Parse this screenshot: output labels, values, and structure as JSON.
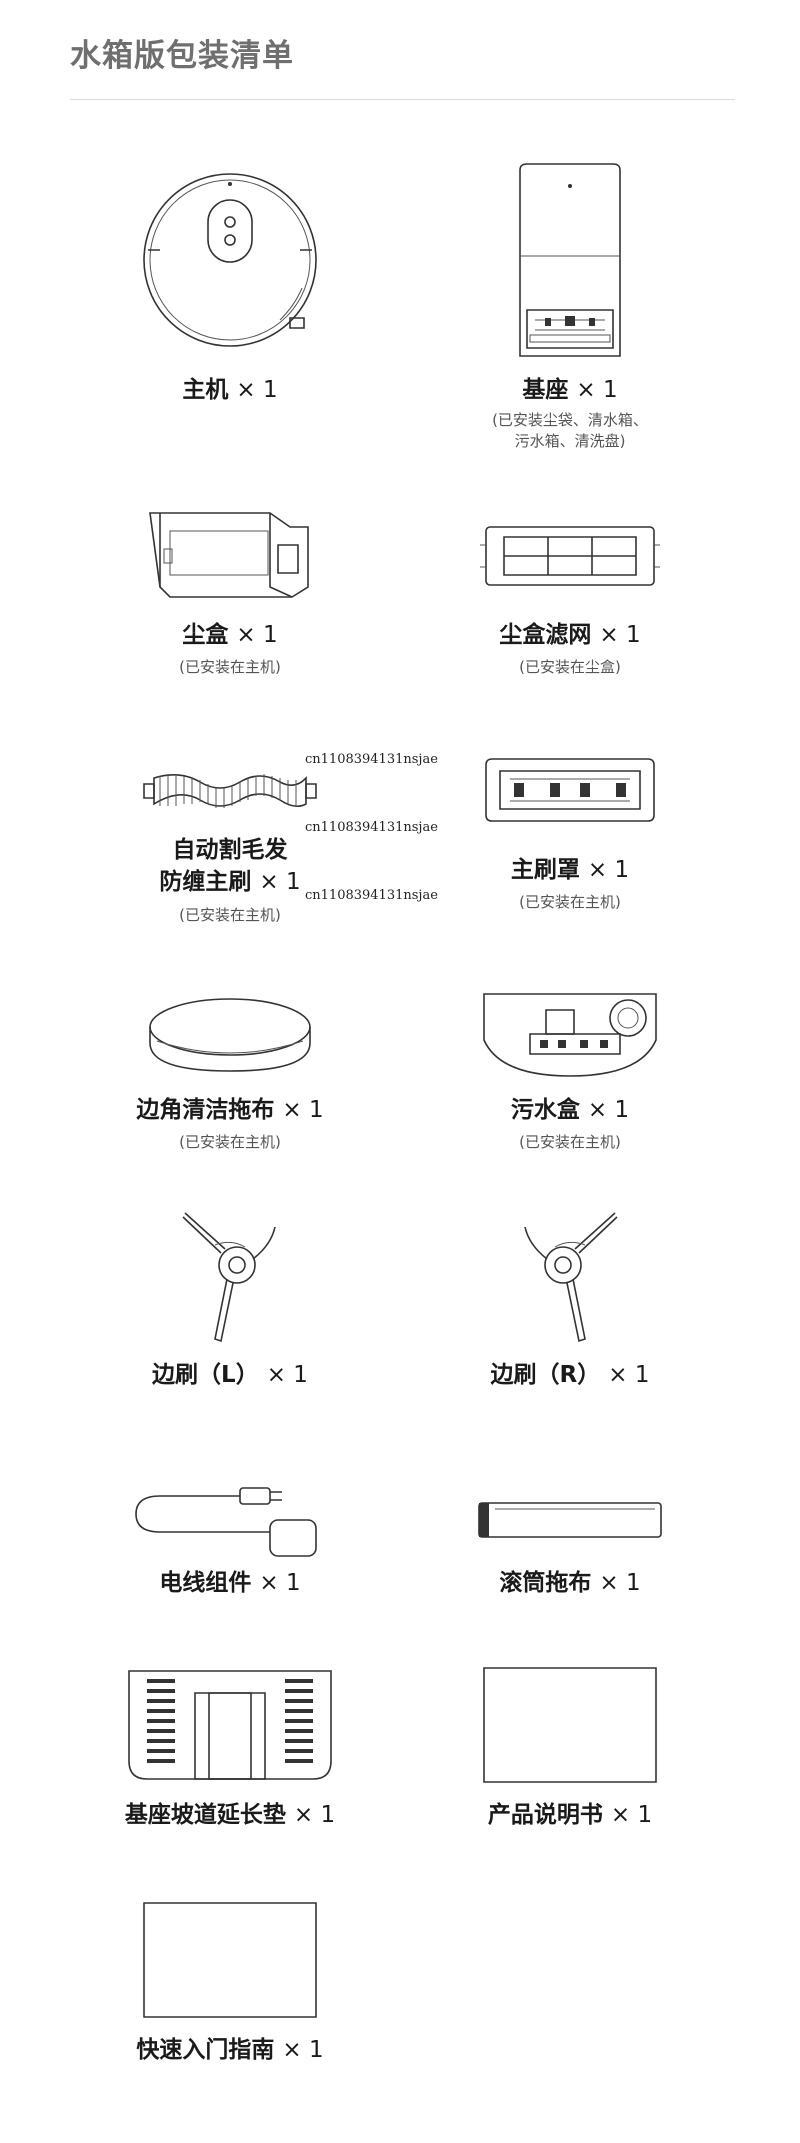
{
  "header": {
    "title": "水箱版包装清单"
  },
  "items": [
    {
      "name": "主机",
      "qty": "× 1",
      "note": ""
    },
    {
      "name": "基座",
      "qty": "× 1",
      "note": "(已安装尘袋、清水箱、",
      "note2": "污水箱、清洗盘)"
    },
    {
      "name": "尘盒",
      "qty": "× 1",
      "note": "(已安装在主机)"
    },
    {
      "name": "尘盒滤网",
      "qty": "× 1",
      "note": "(已安装在尘盒)"
    },
    {
      "name": "自动割毛发",
      "name2": "防缠主刷",
      "qty": "× 1",
      "note": "(已安装在主机)"
    },
    {
      "name": "主刷罩",
      "qty": "× 1",
      "note": "(已安装在主机)"
    },
    {
      "name": "边角清洁拖布",
      "qty": "× 1",
      "note": "(已安装在主机)"
    },
    {
      "name": "污水盒",
      "qty": "× 1",
      "note": "(已安装在主机)"
    },
    {
      "name": "边刷（L）",
      "qty": "× 1",
      "note": ""
    },
    {
      "name": "边刷（R）",
      "qty": "× 1",
      "note": ""
    },
    {
      "name": "电线组件",
      "qty": "× 1",
      "note": ""
    },
    {
      "name": "滚筒拖布",
      "qty": "× 1",
      "note": ""
    },
    {
      "name": "基座坡道延长垫",
      "qty": "× 1",
      "note": ""
    },
    {
      "name": "产品说明书",
      "qty": "× 1",
      "note": ""
    },
    {
      "name": "快速入门指南",
      "qty": "× 1",
      "note": ""
    }
  ],
  "watermark": [
    "cn1108394131nsjae",
    "cn1108394131nsjae",
    "cn1108394131nsjae"
  ]
}
